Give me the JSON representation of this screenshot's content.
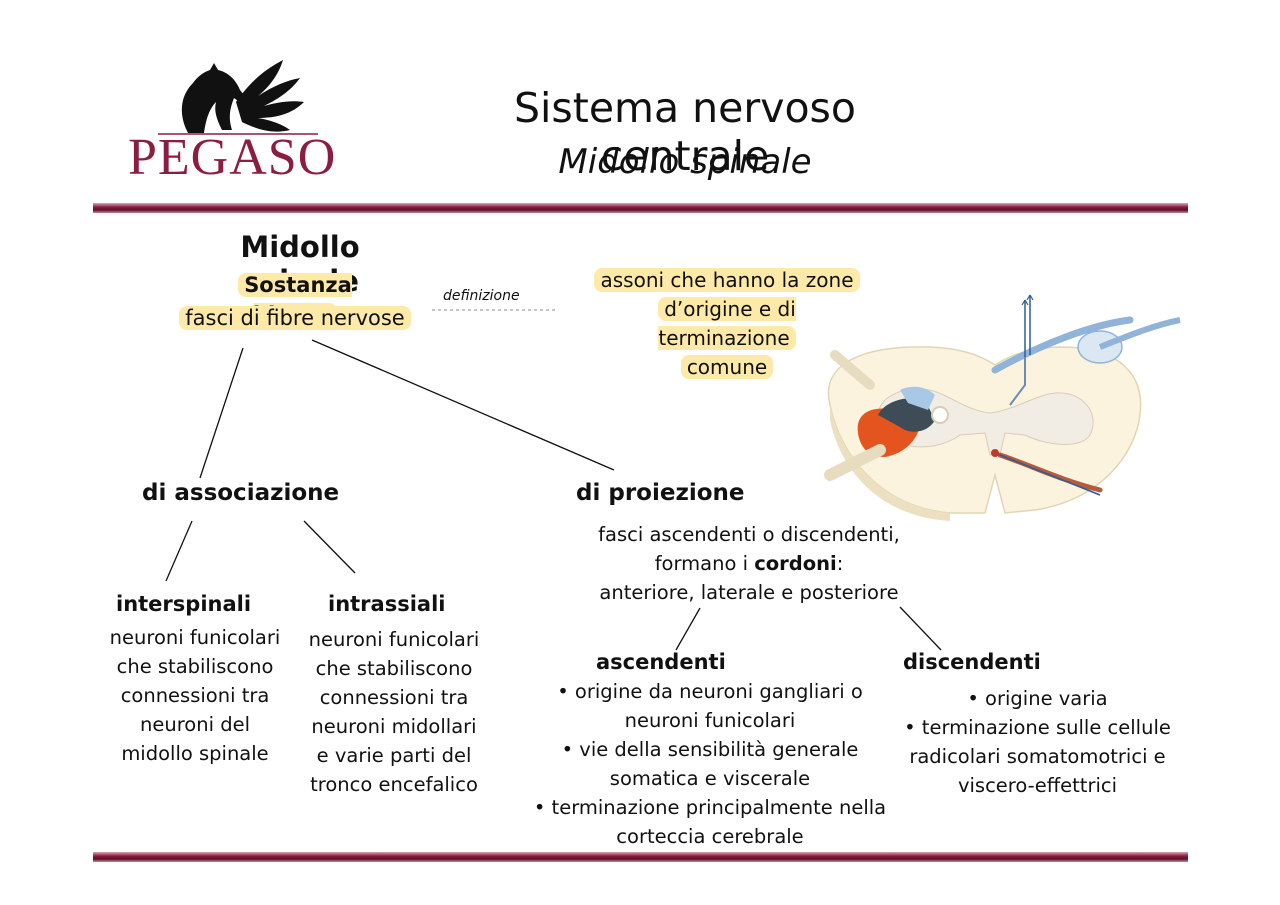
{
  "logo": {
    "text": "PEGASO",
    "color": "#8c1d3f",
    "icon": "pegasus-logo-icon"
  },
  "header": {
    "title": "Sistema nervoso centrale",
    "subtitle": "Midollo spinale"
  },
  "colors": {
    "accent": "#8c1d3f",
    "highlight": "#fde9a8"
  },
  "diagram": {
    "main_heading": "Midollo spinale",
    "sostanza_bianca": {
      "title": "Sostanza bianca",
      "desc": "fasci di fibre nervose"
    },
    "definition": {
      "label": "definizione",
      "lines": [
        "assoni che hanno la zone",
        "d’origine e di terminazione",
        "comune"
      ]
    },
    "associazione": {
      "title": "di associazione",
      "interspinali": {
        "title": "interspinali",
        "lines": [
          "neuroni funicolari",
          "che stabiliscono",
          "connessioni tra",
          "neuroni del",
          "midollo spinale"
        ]
      },
      "intrassiali": {
        "title": "intrassiali",
        "lines": [
          "neuroni funicolari",
          "che stabiliscono",
          "connessioni tra",
          "neuroni midollari",
          "e varie parti del",
          "tronco encefalico"
        ]
      }
    },
    "proiezione": {
      "title": "di proiezione",
      "desc": {
        "line1": "fasci ascendenti o discendenti,",
        "line2_pre": "formano i ",
        "line2_bold": "cordoni",
        "line2_post": ":",
        "line3": "anteriore, laterale e posteriore"
      },
      "ascendenti": {
        "title": "ascendenti",
        "lines": [
          "• origine da neuroni gangliari o",
          "neuroni funicolari",
          "• vie della sensibilità generale",
          "somatica e viscerale",
          "• terminazione principalmente nella",
          "corteccia cerebrale"
        ]
      },
      "discendenti": {
        "title": "discendenti",
        "lines": [
          "• origine varia",
          "• terminazione sulle cellule",
          "radicolari somatomotrici e",
          "viscero-effettrici"
        ]
      }
    },
    "illustration": {
      "icon": "spinal-cord-cross-section-icon"
    }
  }
}
